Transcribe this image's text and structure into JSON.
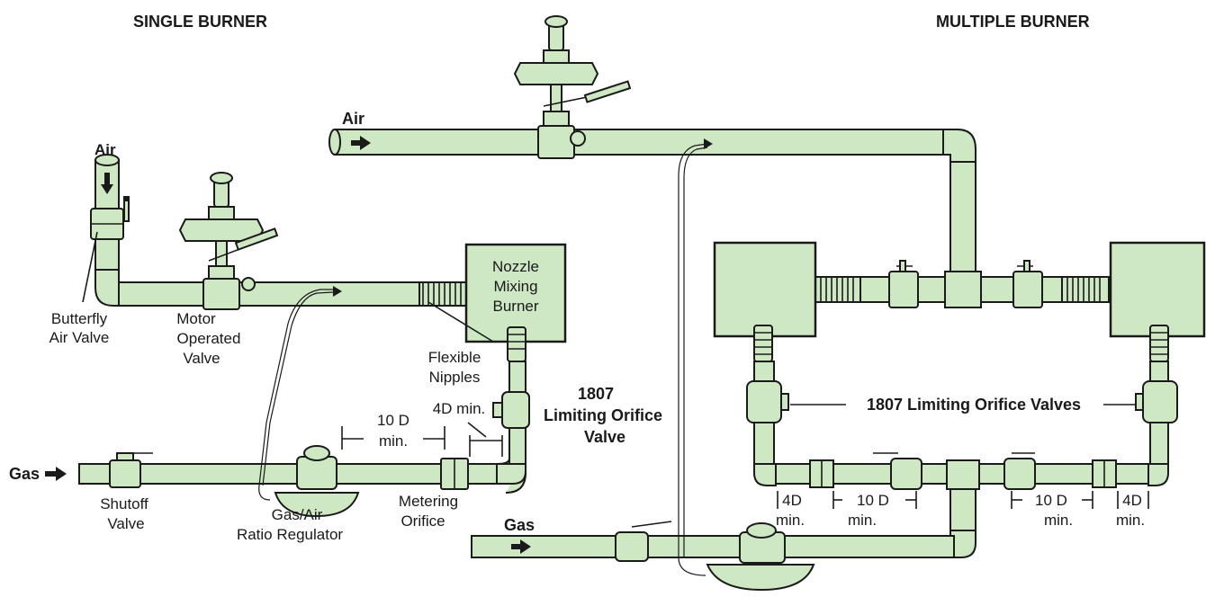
{
  "headings": {
    "single": "SINGLE BURNER",
    "multiple": "MULTIPLE BURNER"
  },
  "single": {
    "air_label": "Air",
    "gas_label": "Gas",
    "burner": [
      "Nozzle",
      "Mixing",
      "Burner"
    ],
    "butterfly": [
      "Butterfly",
      "Air Valve"
    ],
    "motor_valve": [
      "Motor",
      "Operated",
      "Valve"
    ],
    "flexible": [
      "Flexible",
      "Nipples"
    ],
    "four_d": "4D min.",
    "ten_d": [
      "10 D",
      "min."
    ],
    "orifice_valve": [
      "1807",
      "Limiting Orifice",
      "Valve"
    ],
    "shutoff": [
      "Shutoff",
      "Valve"
    ],
    "ratio_reg": [
      "Gas/Air",
      "Ratio Regulator"
    ],
    "metering": [
      "Metering",
      "Orifice"
    ]
  },
  "multiple": {
    "air_label": "Air",
    "gas_label": "Gas",
    "orifice_valves": "1807 Limiting Orifice Valves",
    "dims": [
      [
        "4D",
        "min."
      ],
      [
        "10 D",
        "min."
      ],
      [
        "10 D",
        "min."
      ],
      [
        "4D",
        "min."
      ]
    ]
  },
  "colors": {
    "pipe_fill": "#cfe8c4",
    "outline": "#1a1a1a"
  },
  "icons": [
    "flow-arrow-icon",
    "valve-handle-icon",
    "regulator-icon"
  ]
}
